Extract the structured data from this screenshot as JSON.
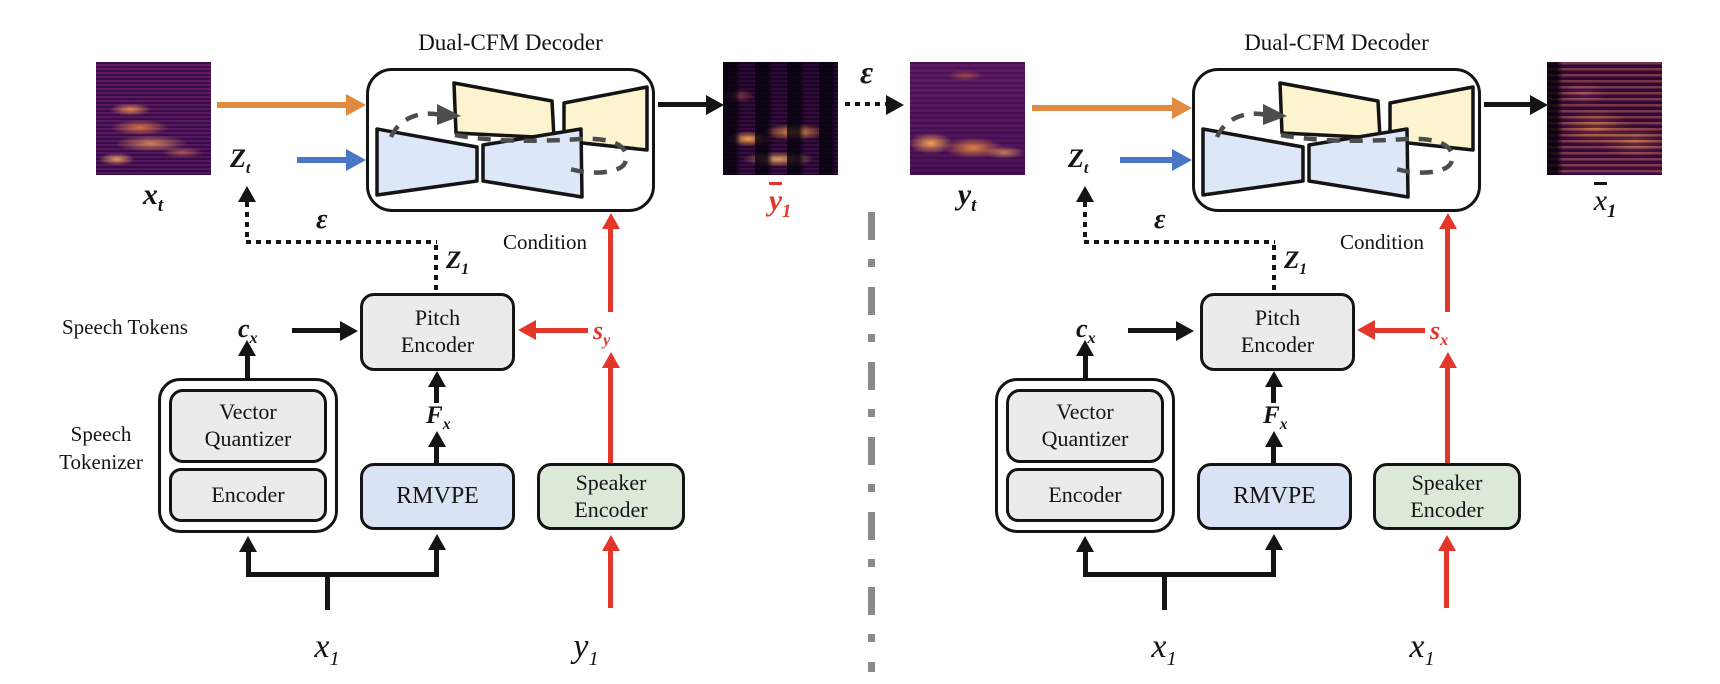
{
  "colors": {
    "orange": "#e08b3f",
    "blue": "#4a76c6",
    "red": "#e3372c",
    "yellow_fill": "#fcf3cf",
    "blue_fill": "#dde7f7",
    "gray_fill": "#ebebeb",
    "rmvpe_fill": "#dae3f4",
    "green_fill": "#dce9d8",
    "divider_gray": "#8a8a8a"
  },
  "middle": {
    "epsilon": "ε"
  },
  "left": {
    "decoder_title": "Dual-CFM Decoder",
    "input": {
      "base": "x",
      "sub": "t"
    },
    "zt": {
      "base": "Z",
      "sub": "t"
    },
    "epsilon": "ε",
    "z1": {
      "base": "Z",
      "sub": "1"
    },
    "condition": "Condition",
    "output": {
      "base": "y",
      "sub": "1"
    },
    "speech_tokens": "Speech Tokens",
    "cx": {
      "base": "c",
      "sub": "x"
    },
    "pitch": {
      "l1": "Pitch",
      "l2": "Encoder"
    },
    "tokenizer_label": {
      "l1": "Speech",
      "l2": "Tokenizer"
    },
    "vq": {
      "l1": "Vector",
      "l2": "Quantizer"
    },
    "enc": "Encoder",
    "rmvpe": "RMVPE",
    "fx": {
      "base": "F",
      "sub": "x"
    },
    "speaker": {
      "l1": "Speaker",
      "l2": "Encoder"
    },
    "s": {
      "base": "s",
      "sub": "y"
    },
    "in1": {
      "base": "x",
      "sub": "1"
    },
    "in2": {
      "base": "y",
      "sub": "1"
    }
  },
  "right": {
    "decoder_title": "Dual-CFM Decoder",
    "input": {
      "base": "y",
      "sub": "t"
    },
    "zt": {
      "base": "Z",
      "sub": "t"
    },
    "epsilon": "ε",
    "z1": {
      "base": "Z",
      "sub": "1"
    },
    "condition": "Condition",
    "output": {
      "base": "x",
      "sub": "1"
    },
    "cx": {
      "base": "c",
      "sub": "x"
    },
    "pitch": {
      "l1": "Pitch",
      "l2": "Encoder"
    },
    "vq": {
      "l1": "Vector",
      "l2": "Quantizer"
    },
    "enc": "Encoder",
    "rmvpe": "RMVPE",
    "fx": {
      "base": "F",
      "sub": "x"
    },
    "speaker": {
      "l1": "Speaker",
      "l2": "Encoder"
    },
    "s": {
      "base": "s",
      "sub": "x"
    },
    "in1": {
      "base": "x",
      "sub": "1"
    },
    "in2": {
      "base": "x",
      "sub": "1"
    }
  }
}
